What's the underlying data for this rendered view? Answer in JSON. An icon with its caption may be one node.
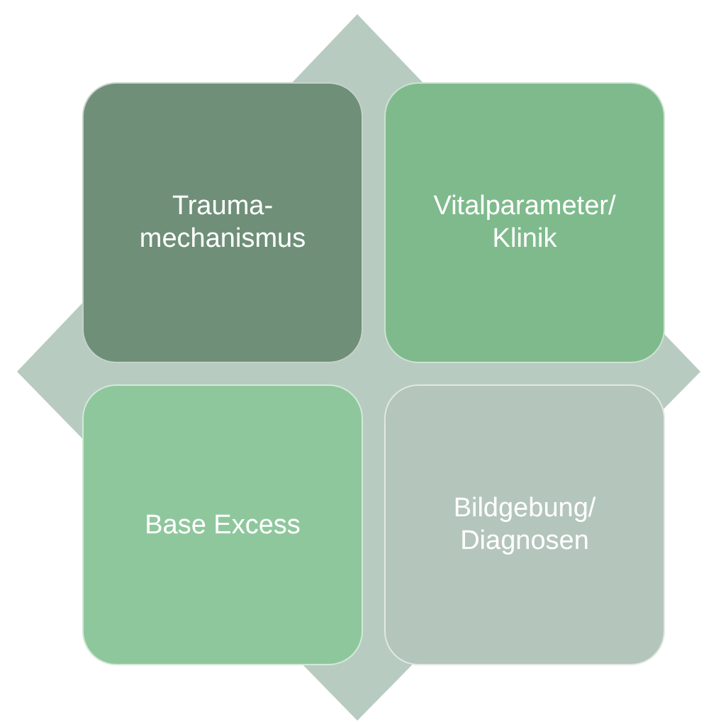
{
  "diagram": {
    "nodes": [
      {
        "text": [
          "Trauma-mechanismus"
        ]
      },
      {
        "text": [
          "Vitalparameter/ Klinik"
        ]
      },
      {
        "text": [
          "Base Excess"
        ]
      },
      {
        "text": [
          "Bildgebung/ Diagnosen"
        ]
      }
    ]
  }
}
